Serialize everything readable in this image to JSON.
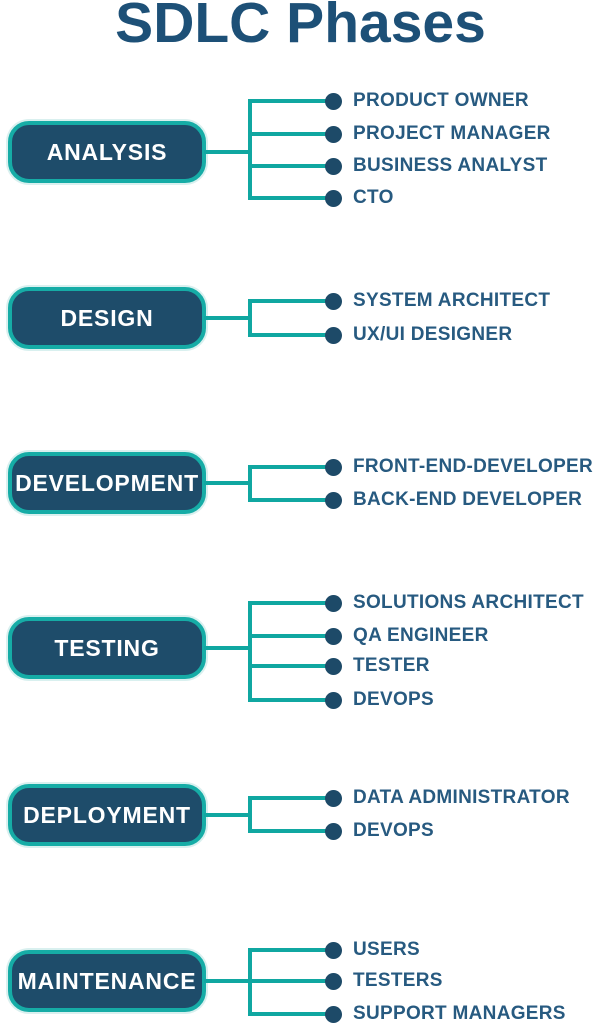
{
  "title": "SDLC Phases",
  "colors": {
    "title-text": "#1d5077",
    "role-text": "#275a80",
    "box-fill": "#1e4c6a",
    "box-border": "#16aca6",
    "connector": "#10a7a1",
    "bullet": "#1d4a68",
    "background": "#ffffff"
  },
  "groups": [
    {
      "phase": "ANALYSIS",
      "roles": [
        "PRODUCT OWNER",
        "PROJECT MANAGER",
        "BUSINESS ANALYST",
        "CTO"
      ]
    },
    {
      "phase": "DESIGN",
      "roles": [
        "SYSTEM ARCHITECT",
        "UX/UI DESIGNER"
      ]
    },
    {
      "phase": "DEVELOPMENT",
      "roles": [
        "FRONT-END-DEVELOPER",
        "BACK-END DEVELOPER"
      ]
    },
    {
      "phase": "TESTING",
      "roles": [
        "SOLUTIONS ARCHITECT",
        "QA ENGINEER",
        "TESTER",
        "DEVOPS"
      ]
    },
    {
      "phase": "DEPLOYMENT",
      "roles": [
        "DATA ADMINISTRATOR",
        "DEVOPS"
      ]
    },
    {
      "phase": "MAINTENANCE",
      "roles": [
        "USERS",
        "TESTERS",
        "SUPPORT MANAGERS"
      ]
    }
  ]
}
